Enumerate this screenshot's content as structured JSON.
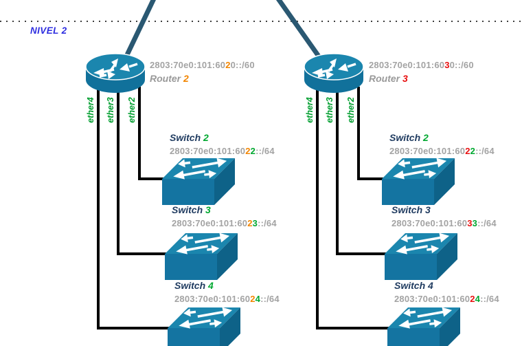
{
  "level_label": "NIVEL 2",
  "colors": {
    "device_teal": "#1474a1",
    "uplink_line": "#2a5872",
    "cable_black": "#000000",
    "interface_green": "#009e2f",
    "accent_orange": "#f28500",
    "accent_green": "#00a830",
    "accent_red": "#e81010",
    "address_gray": "#a3a3a3",
    "switch_title_navy": "#1e3a5f",
    "level_label_blue": "#2e2ee0"
  },
  "routers": [
    {
      "name": {
        "pre": "Router ",
        "num": "2",
        "num_style": "color:#f28500"
      },
      "address": {
        "pre": "2803:70e0:101:60",
        "accent": "2",
        "accent_style": "color:#f28500",
        "post": "0::/60"
      },
      "interfaces": [
        "ether4",
        "ether3",
        "ether2"
      ],
      "switches": [
        {
          "title": {
            "pre": "Switch ",
            "num": "2",
            "num_style": "color:#00a830"
          },
          "address": {
            "pre": "2803:70e0:101:60",
            "d1": "2",
            "d1_style": "color:#f28500",
            "d2": "2",
            "d2_style": "color:#00a830",
            "post": "::/64"
          }
        },
        {
          "title": {
            "pre": "Switch ",
            "num": "3",
            "num_style": "color:#00a830"
          },
          "address": {
            "pre": "2803:70e0:101:60",
            "d1": "2",
            "d1_style": "color:#f28500",
            "d2": "3",
            "d2_style": "color:#00a830",
            "post": "::/64"
          }
        },
        {
          "title": {
            "pre": "Switch ",
            "num": "4",
            "num_style": "color:#00a830"
          },
          "address": {
            "pre": "2803:70e0:101:60",
            "d1": "2",
            "d1_style": "color:#f28500",
            "d2": "4",
            "d2_style": "color:#00a830",
            "post": "::/64"
          }
        }
      ]
    },
    {
      "name": {
        "pre": "Router ",
        "num": "3",
        "num_style": "color:#e81010"
      },
      "address": {
        "pre": "2803:70e0:101:60",
        "accent": "3",
        "accent_style": "color:#e81010",
        "post": "0::/60"
      },
      "interfaces": [
        "ether4",
        "ether3",
        "ether2"
      ],
      "switches": [
        {
          "title": {
            "pre": "Switch ",
            "num": "2",
            "num_style": "color:#00a830"
          },
          "address": {
            "pre": "2803:70e0:101:60",
            "d1": "2",
            "d1_style": "color:#e81010",
            "d2": "2",
            "d2_style": "color:#00a830",
            "post": "::/64"
          }
        },
        {
          "title": {
            "pre": "Switch ",
            "num": "3",
            "num_style": "color:#1e3a5f"
          },
          "address": {
            "pre": "2803:70e0:101:60",
            "d1": "3",
            "d1_style": "color:#e81010",
            "d2": "3",
            "d2_style": "color:#00a830",
            "post": "::/64"
          }
        },
        {
          "title": {
            "pre": "Switch ",
            "num": "4",
            "num_style": "color:#1e3a5f"
          },
          "address": {
            "pre": "2803:70e0:101:60",
            "d1": "2",
            "d1_style": "color:#e81010",
            "d2": "4",
            "d2_style": "color:#00a830",
            "post": "::/64"
          }
        }
      ]
    }
  ]
}
